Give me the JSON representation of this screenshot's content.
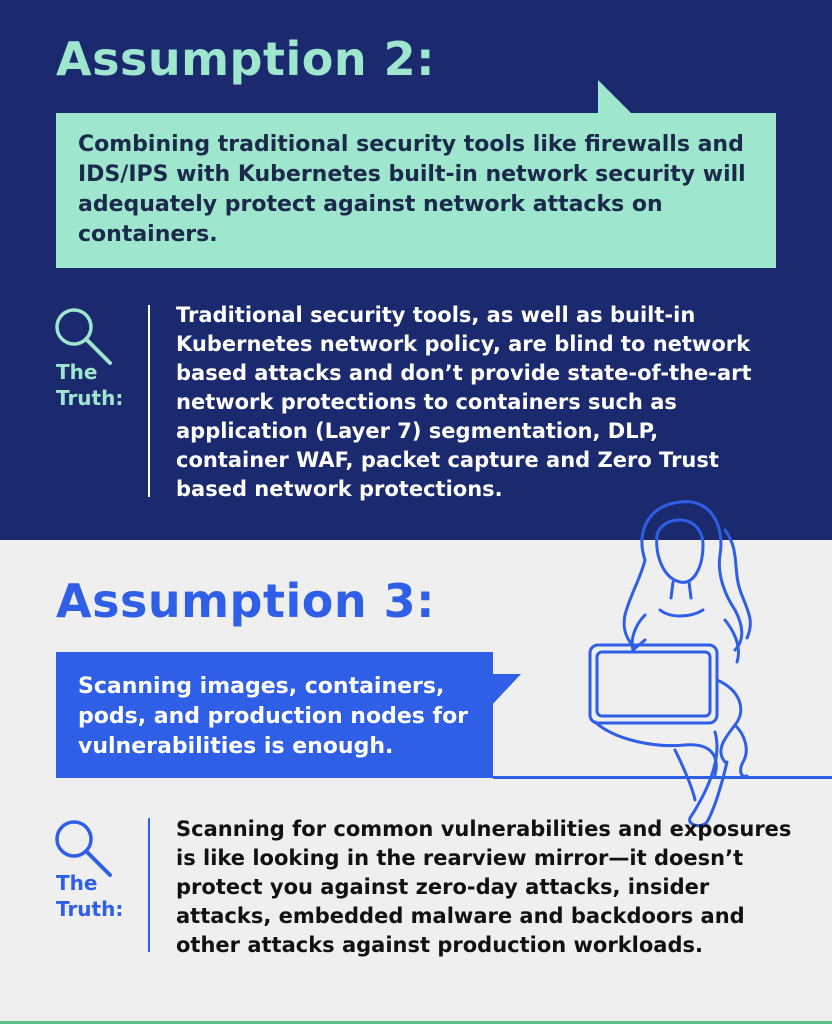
{
  "section2": {
    "heading": "Assumption 2:",
    "assumption": "Combining traditional security tools like firewalls and IDS/IPS with Kubernetes built-in network security will adequately protect against network attacks on containers.",
    "truth_label_line1": "The",
    "truth_label_line2": "Truth:",
    "truth_text": "Traditional security tools, as well as built-in Kubernetes network policy, are blind to network based attacks and don’t provide state-of-the-art network protections to containers such as application (Layer 7) segmentation, DLP, container WAF, packet capture and Zero Trust based network protections."
  },
  "section3": {
    "heading": "Assumption 3:",
    "assumption": "Scanning images, containers, pods, and production nodes for vulnerabilities is enough.",
    "truth_label_line1": "The",
    "truth_label_line2": "Truth:",
    "truth_text": "Scanning for common vulnerabilities and exposures is like looking in the rearview mirror—it doesn’t protect you against zero-day attacks, insider attacks, embedded malware and backdoors and other attacks against production workloads."
  },
  "icons": {
    "magnifier": "magnifier-icon",
    "illustration": "person-with-laptop-line-art"
  },
  "colors": {
    "navy": "#1b2a6e",
    "mint": "#9fe6cf",
    "blue": "#2e5fe6",
    "light_gray": "#efefef",
    "green_rule": "#5fbf86"
  }
}
